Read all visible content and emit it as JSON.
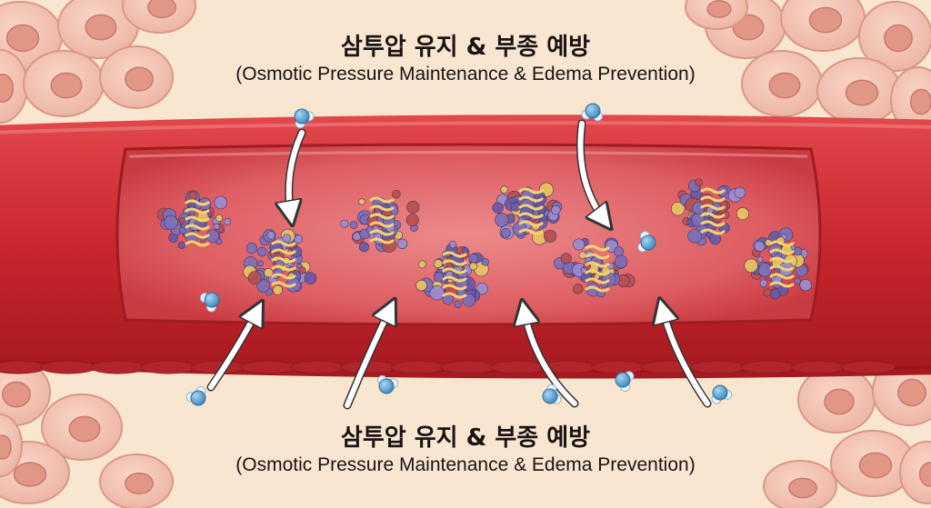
{
  "title_top": {
    "korean": "삼투압 유지 & 부종 예방",
    "english": "(Osmotic Pressure Maintenance & Edema Prevention)"
  },
  "title_bottom": {
    "korean": "삼투압 유지 & 부종 예방",
    "english": "(Osmotic Pressure Maintenance & Edema Prevention)"
  },
  "icons": {
    "protein": "albumin-protein-icon",
    "water": "water-molecule-icon",
    "arrow": "water-flow-arrow-icon",
    "cell": "tissue-cell-icon",
    "vessel": "blood-vessel-icon"
  },
  "colors": {
    "background": "#f8e6d0",
    "vessel_wall": "#c8262d",
    "vessel_lumen": "#d9545a",
    "cell_fill": "#f3c4b4",
    "cell_nucleus": "#e29686",
    "protein_purple": "#7e6fb8",
    "protein_yellow": "#e8c560",
    "protein_red": "#b8504f",
    "water_oxygen": "#4f9bd0",
    "water_hydrogen": "#eef6fb"
  }
}
